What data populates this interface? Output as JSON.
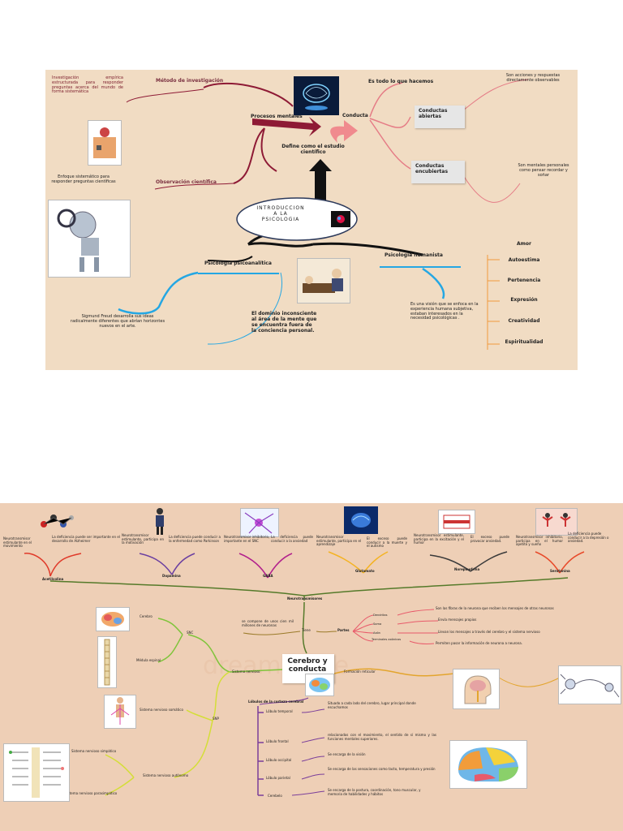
{
  "top": {
    "center": "INTRODUCCION A LA PSICOLOGIA",
    "metodo": {
      "title": "Método de investigación",
      "desc": "Investigación empírica estructurada para responder preguntas acerca del mundo de forma sistemática"
    },
    "observacion": {
      "title": "Observación científica",
      "desc": "Enfoque sistemático para responder preguntas científicas"
    },
    "procesos": "Procesos mentales",
    "conducta": "Conducta",
    "define": "Define como el estudio científico",
    "todo": "Es todo lo que hacemos",
    "abiertas": {
      "title": "Conductas abiertas",
      "desc": "Son acciones y respuestas directamente observables"
    },
    "encubiertas": {
      "title": "Conductas encubiertas",
      "desc": "Son mentales personales como pensar recordar y soñar"
    },
    "psicoanalitica": {
      "title": "Psicología psicoanalítica",
      "freud": "Sigmund Freud desarrolla sus ideas radicalmente diferentes que abrían horizontes nuevos en el arte.",
      "inconsciente": "El dominio inconsciente al área de la mente que se encuentra fuera de la conciencia personal."
    },
    "humanista": {
      "title": "Psicología humanista",
      "desc": "Es una visión que se enfoca en la experiencia humana subjetiva, estaban interesados en la necesidad psicológicas ."
    },
    "values": [
      "Amor",
      "Autoestima",
      "Pertenencia",
      "Expresión",
      "Creatividad",
      "Espiritualidad"
    ]
  },
  "bottom": {
    "center": "Cerebro y conducta",
    "neuro_title": "Neurotransmisores",
    "neurotransmitters": [
      {
        "name": "Acetilcolina",
        "d1": "Neurotransmisor estimulante en el movimiento",
        "d2": "La deficiencia puede ser importante en el desarrollo de Alzheimer"
      },
      {
        "name": "Dopamina",
        "d1": "Neurotransmisor estimulante, participa en la motivación",
        "d2": "La deficiencia puede conducir a la enfermedad como Parkinson"
      },
      {
        "name": "GABA",
        "d1": "Neurotransmisor inhibitorio, importante en el SNC",
        "d2": "La deficiencia puede conducir a la ansiedad"
      },
      {
        "name": "Glutamato",
        "d1": "Neurotransmisor estimulante, participa en el aprendizaje",
        "d2": "El exceso puede conducir a la muerte y el autismo"
      },
      {
        "name": "Norepinefrina",
        "d1": "Neurotransmisor estimulante, participa en la excitación y el humor",
        "d2": "El exceso puede provocar ansiedad."
      },
      {
        "name": "Serotonina",
        "d1": "Neurotransmisor inhibitorio, participa en el humor apetito y sueño",
        "d2": "La deficiencia puede conducir a la depresión o ansiedad."
      }
    ],
    "neuronas": "se compone de unos cien mil millones de neuronas",
    "tiene": "Tiene",
    "partes": "Partes",
    "parts": [
      {
        "name": "Dendritas",
        "desc": "Son las fibras de la neurona que reciben los mensajes de otras neuronas"
      },
      {
        "name": "Soma",
        "desc": "Envía mensajes propios"
      },
      {
        "name": "Axón",
        "desc": "Llevan los mensajes a través del cerebro y el sistema nervioso"
      },
      {
        "name": "Terminales axónicos",
        "desc": "Permiten pasar la información de neurona a neurona."
      }
    ],
    "sistema_nervioso": "Sistema nervioso",
    "snc": "SNC",
    "cerebro": "Cerebro",
    "medula": "Médula espinal",
    "snp": "SNP",
    "somatico": "Sistema nervioso somático",
    "autonomo": "Sistema nervioso autónomo",
    "simpatico": "Sistema nervioso simpático",
    "parasimpatico": "Sistema nervioso parasimpático",
    "formacion": "Formación reticular",
    "lobulos_title": "Lóbulos de la corteza cerebral",
    "lobulos": [
      {
        "name": "Lóbulo temporal",
        "desc": "Situado a cada lado del cerebro, lugar principal donde escuchamos"
      },
      {
        "name": "Lóbulo frontal",
        "desc": "relacionados con el movimiento, el sentido de sí mismo y las funciones mentales superiores."
      },
      {
        "name": "Lóbulo occipital",
        "desc": "Se encarga de la visión"
      },
      {
        "name": "Lóbulo parietal",
        "desc": "Se encarga de las sensaciones como tacto, temperatura y presión"
      },
      {
        "name": "Cerebelo",
        "desc": "Se encarga de la postura, coordinación, tono muscular, y memoria de habilidades y hábitos"
      }
    ]
  }
}
